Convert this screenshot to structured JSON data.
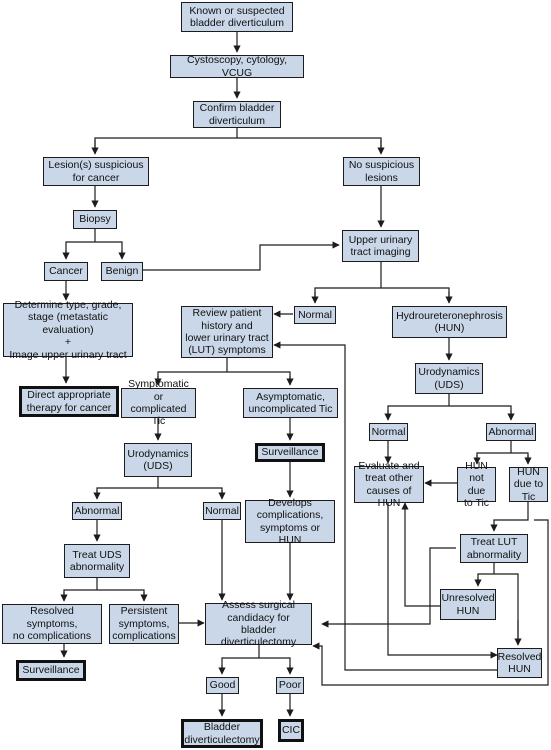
{
  "colors": {
    "box_fill": "#c9d7e8",
    "line": "#1c1c1c",
    "background": "#ffffff"
  },
  "nodes": {
    "known": "Known or suspected\nbladder diverticulum",
    "cysto": "Cystoscopy, cytology, VCUG",
    "confirm": "Confirm bladder\ndiverticulum",
    "suspicious": "Lesion(s) suspicious\nfor cancer",
    "nosusp": "No suspicious\nlesions",
    "biopsy": "Biopsy",
    "cancer": "Cancer",
    "benign": "Benign",
    "upper": "Upper urinary\ntract imaging",
    "determine": "Determine type, grade,\nstage (metastatic evaluation)\n+\nImage upper urinary tract",
    "direct": "Direct appropriate\ntherapy for cancer",
    "normal_img": "Normal",
    "hun": "Hydroureteronephrosis\n(HUN)",
    "review": "Review patient\nhistory and\nlower urinary tract\n(LUT) symptoms",
    "symptomatic": "Symptomatic or\ncomplicated Tic",
    "asymptomatic": "Asymptomatic,\nuncomplicated Tic",
    "uds_right": "Urodynamics\n(UDS)",
    "uds_left": "Urodynamics\n(UDS)",
    "surv_mid": "Surveillance",
    "normal_uds_r": "Normal",
    "abnormal_uds_r": "Abnormal",
    "evaluate": "Evaluate and\ntreat other\ncauses of HUN",
    "hun_not": "HUN\nnot due\nto Tic",
    "hun_due": "HUN\ndue to\nTic",
    "abnormal_left": "Abnormal",
    "normal_left": "Normal",
    "develops": "Develops\ncomplications,\nsymptoms or HUN",
    "treat_uds": "Treat UDS\nabnormality",
    "treat_lut": "Treat LUT\nabnormality",
    "resolved_sym": "Resolved symptoms,\nno complications",
    "persistent": "Persistent\nsymptoms,\ncomplications",
    "assess": "Assess surgical\ncandidacy for bladder\ndiverticulectomy",
    "unresolved": "Unresolved\nHUN",
    "resolved_hun": "Resolved\nHUN",
    "surv_left": "Surveillance",
    "good": "Good",
    "poor": "Poor",
    "divert": "Bladder\ndiverticulectomy",
    "cic": "CIC"
  }
}
